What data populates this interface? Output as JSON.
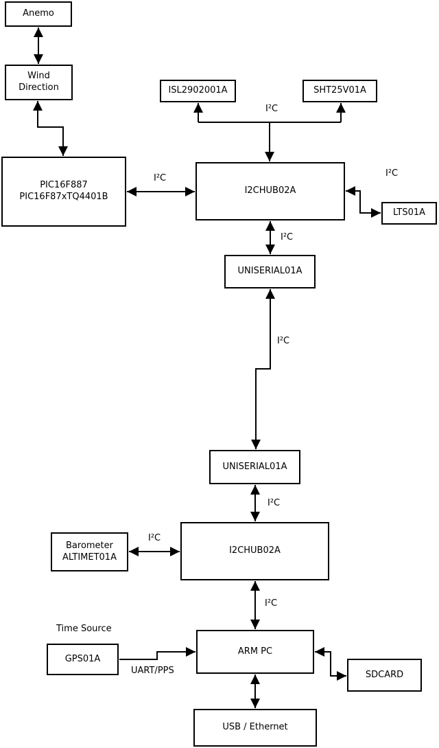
{
  "diagram": {
    "nodes": {
      "anemo": {
        "label": "Anemo"
      },
      "wind": {
        "line1": "Wind",
        "line2": "Direction"
      },
      "pic": {
        "line1": "PIC16F887",
        "line2": "PIC16F87xTQ4401B"
      },
      "isl": {
        "label": "ISL2902001A"
      },
      "sht": {
        "label": "SHT25V01A"
      },
      "hub1": {
        "label": "I2CHUB02A"
      },
      "lts": {
        "label": "LTS01A"
      },
      "uniserial1": {
        "label": "UNISERIAL01A"
      },
      "uniserial2": {
        "label": "UNISERIAL01A"
      },
      "hub2": {
        "label": "I2CHUB02A"
      },
      "barometer": {
        "line1": "Barometer",
        "line2": "ALTIMET01A"
      },
      "gps": {
        "label": "GPS01A"
      },
      "armpc": {
        "label": "ARM PC"
      },
      "sdcard": {
        "label": "SDCARD"
      },
      "usb": {
        "label": "USB / Ethernet"
      }
    },
    "edges": [
      {
        "id": "anemo-wind",
        "from": "anemo",
        "to": "wind",
        "arrows": "both"
      },
      {
        "id": "wind-pic",
        "from": "wind",
        "to": "pic",
        "arrows": "both"
      },
      {
        "id": "pic-hub1",
        "from": "pic",
        "to": "hub1",
        "arrows": "both",
        "label": "I²C"
      },
      {
        "id": "i2c-bus",
        "from": "hub1",
        "to": "isl-sht-bus",
        "arrows": "none",
        "label": "I²C"
      },
      {
        "id": "bus-isl",
        "from": "i2c-bus",
        "to": "isl",
        "arrows": "to"
      },
      {
        "id": "bus-sht",
        "from": "i2c-bus",
        "to": "sht",
        "arrows": "to"
      },
      {
        "id": "bus-hub1",
        "from": "i2c-bus",
        "to": "hub1",
        "arrows": "to"
      },
      {
        "id": "hub1-lts",
        "from": "hub1",
        "to": "lts",
        "arrows": "both",
        "label": "I²C"
      },
      {
        "id": "hub1-uniserial1",
        "from": "hub1",
        "to": "uniserial1",
        "arrows": "both",
        "label": "I²C"
      },
      {
        "id": "uniserial1-uniserial2",
        "from": "uniserial1",
        "to": "uniserial2",
        "arrows": "both",
        "label": "I²C"
      },
      {
        "id": "uniserial2-hub2",
        "from": "uniserial2",
        "to": "hub2",
        "arrows": "both",
        "label": "I²C"
      },
      {
        "id": "barometer-hub2",
        "from": "barometer",
        "to": "hub2",
        "arrows": "both",
        "label": "I²C"
      },
      {
        "id": "hub2-armpc",
        "from": "hub2",
        "to": "armpc",
        "arrows": "both",
        "label": "I²C"
      },
      {
        "id": "gps-armpc",
        "from": "gps",
        "to": "armpc",
        "arrows": "to",
        "label": "UART/PPS"
      },
      {
        "id": "armpc-sdcard",
        "from": "armpc",
        "to": "sdcard",
        "arrows": "both"
      },
      {
        "id": "armpc-usb",
        "from": "armpc",
        "to": "usb",
        "arrows": "both"
      }
    ],
    "labels": {
      "time_source": "Time Source"
    },
    "colors": {
      "background": "#ffffff",
      "stroke": "#000000",
      "text": "#000000"
    }
  }
}
